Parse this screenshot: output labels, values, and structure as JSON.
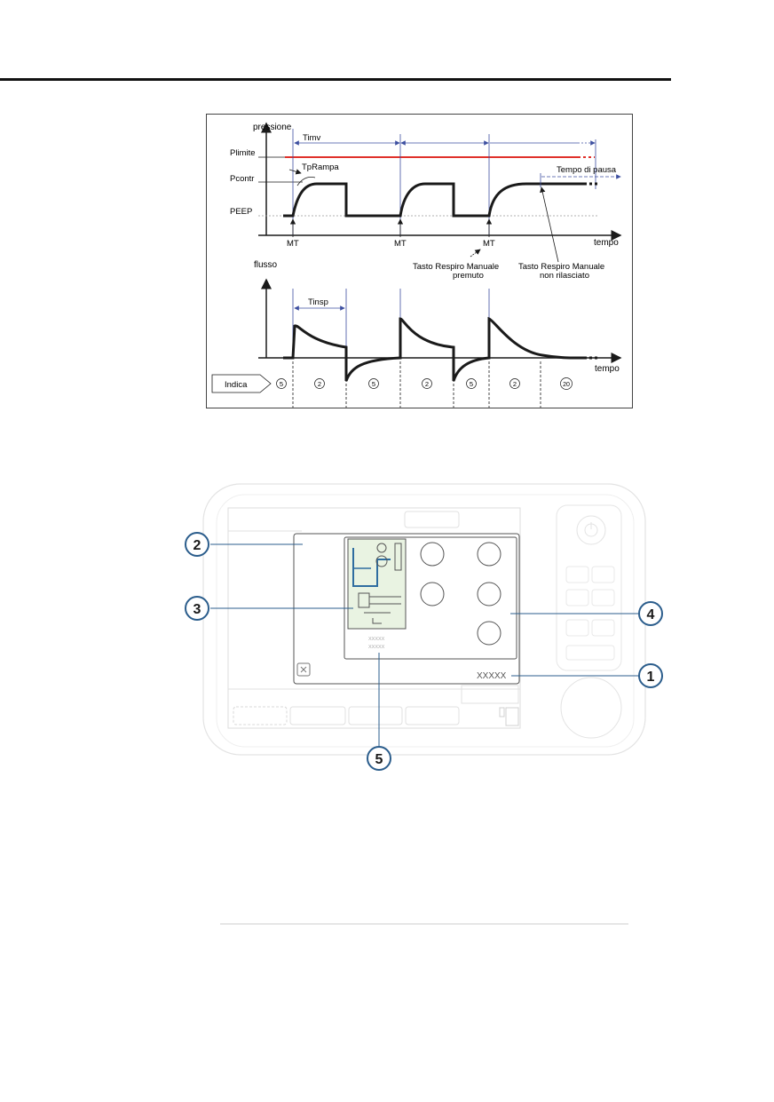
{
  "timing_diagram": {
    "pressure_axis_label": "pressione",
    "flow_axis_label": "flusso",
    "time_axis_label_top": "tempo",
    "time_axis_label_bottom": "tempo",
    "plimite_label": "Plimite",
    "pcontr_label": "Pcontr",
    "peep_label": "PEEP",
    "timv_label": "Timv",
    "tprampa_label": "TpRampa",
    "pause_label": "Tempo di pausa",
    "tinsp_label": "Tinsp",
    "mt_labels": [
      "MT",
      "MT",
      "MT"
    ],
    "manual_pressed_line1": "Tasto Respiro Manuale",
    "manual_pressed_line2": "premuto",
    "manual_held_line1": "Tasto Respiro Manuale",
    "manual_held_line2": "non rilasciato",
    "indica_label": "Indica",
    "indicator_codes": [
      "5",
      "2",
      "5",
      "2",
      "5",
      "2",
      "20"
    ],
    "colors": {
      "plimite_line": "#e0312b",
      "interval_arrows": "#3d4fa0",
      "waveform": "#1a1a1a"
    }
  },
  "device_screen": {
    "callouts": [
      "1",
      "2",
      "3",
      "4",
      "5"
    ],
    "status_text": "XXXXX",
    "small_text_lines": [
      "XXXXX",
      "XXXXX"
    ],
    "close_icon": "close-icon",
    "power_icon": "power-icon",
    "colors": {
      "callout_line": "#2b5d8c",
      "device_outline": "#d6d6d6",
      "panel_line": "#555555"
    }
  }
}
